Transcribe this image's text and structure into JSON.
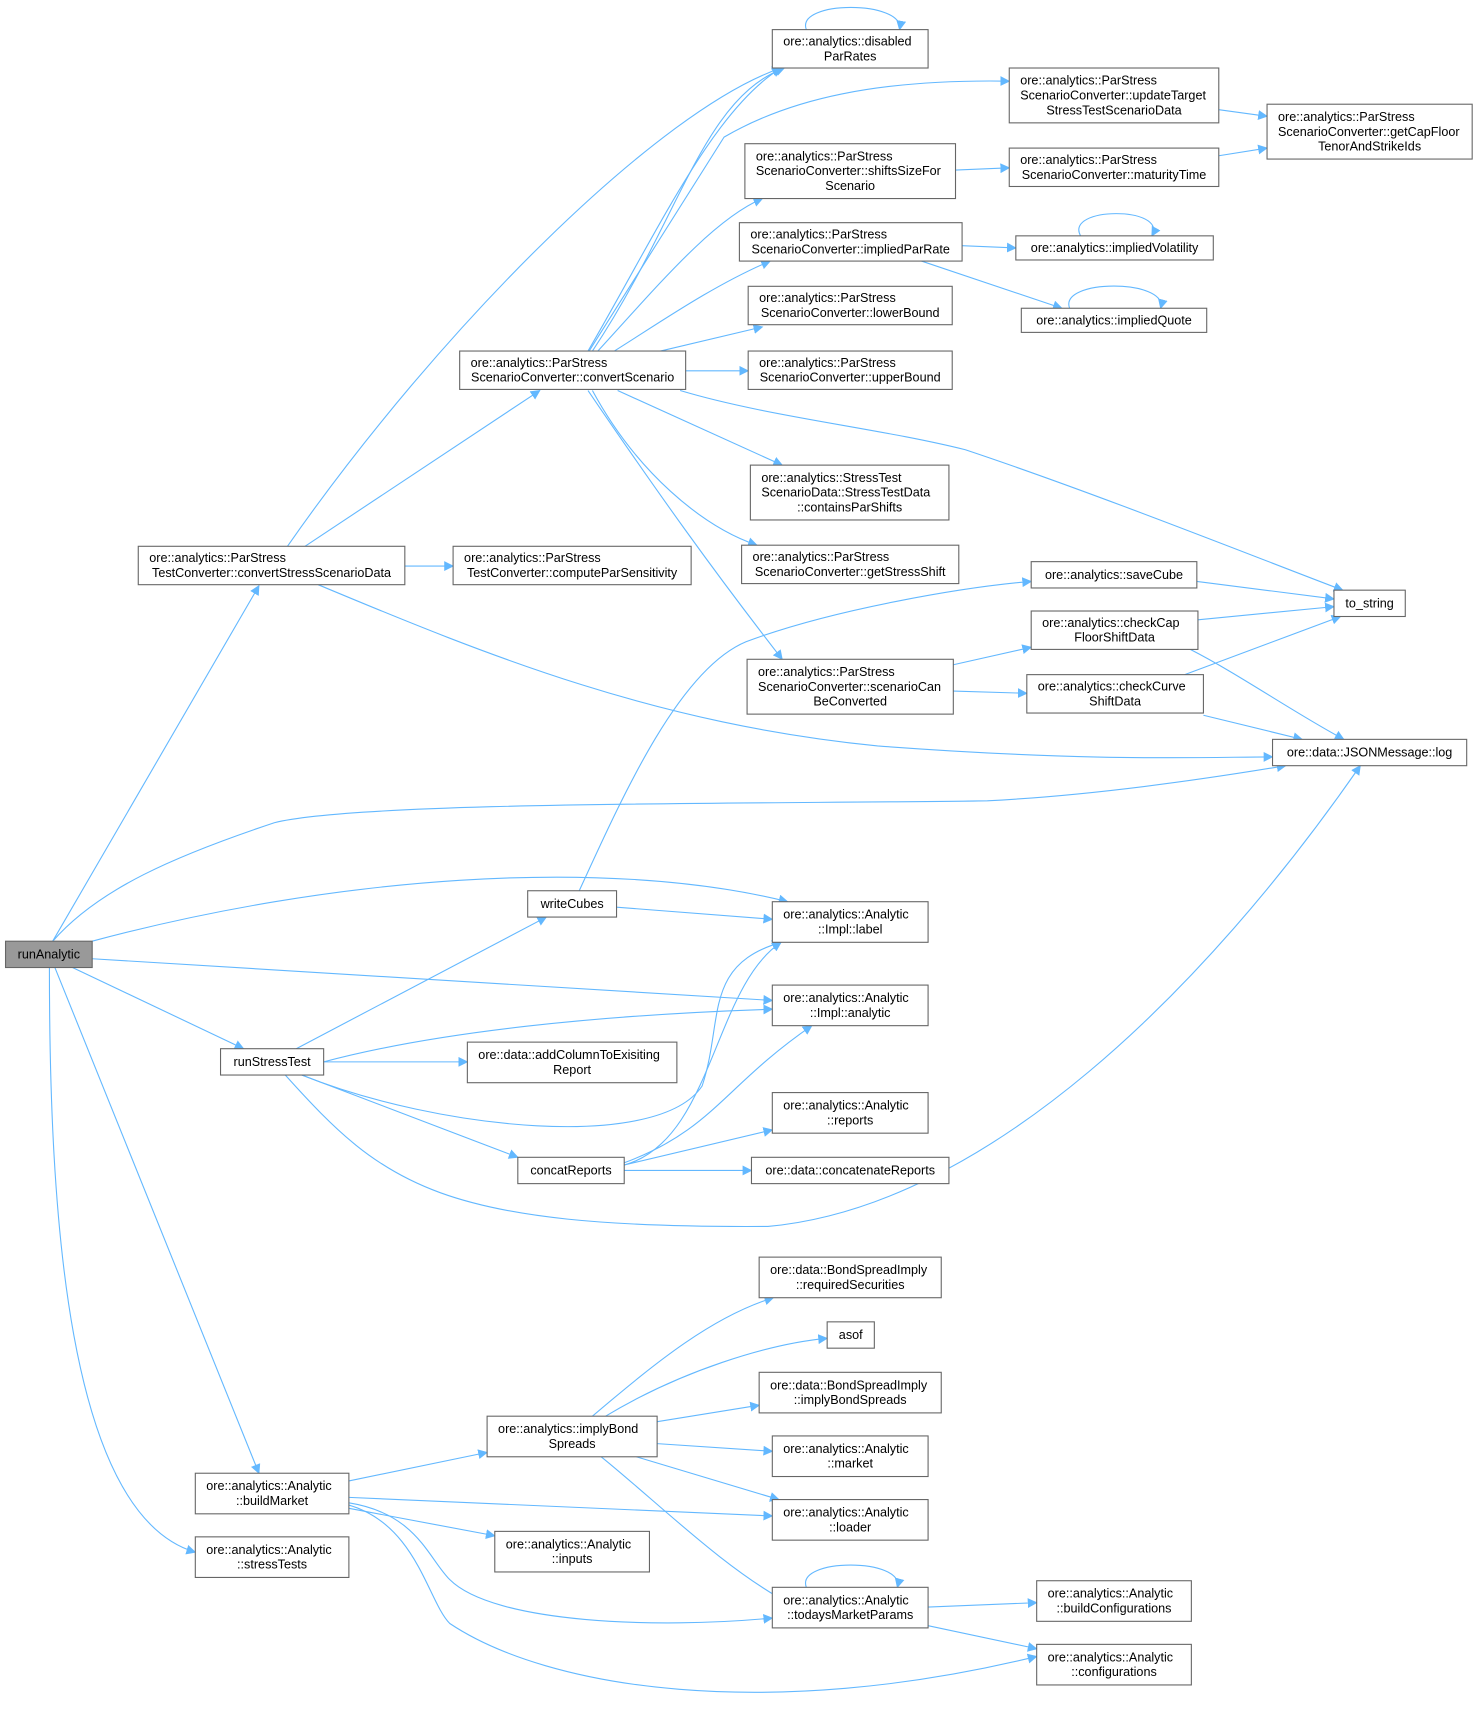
{
  "colors": {
    "edge": "#63b8ff",
    "node_border": "#666666",
    "root_fill": "#999999"
  },
  "nodes": [
    {
      "id": "runAnalytic",
      "lines": [
        "runAnalytic"
      ],
      "root": true
    },
    {
      "id": "convertStressScenarioData",
      "lines": [
        "ore::analytics::ParStress",
        "TestConverter::convertStressScenarioData"
      ]
    },
    {
      "id": "computeParSensitivity",
      "lines": [
        "ore::analytics::ParStress",
        "TestConverter::computeParSensitivity"
      ]
    },
    {
      "id": "convertScenario",
      "lines": [
        "ore::analytics::ParStress",
        "ScenarioConverter::convertScenario"
      ]
    },
    {
      "id": "disabledParRates",
      "lines": [
        "ore::analytics::disabled",
        "ParRates"
      ]
    },
    {
      "id": "updateTarget",
      "lines": [
        "ore::analytics::ParStress",
        "ScenarioConverter::updateTarget",
        "StressTestScenarioData"
      ]
    },
    {
      "id": "getCapFloor",
      "lines": [
        "ore::analytics::ParStress",
        "ScenarioConverter::getCapFloor",
        "TenorAndStrikeIds"
      ]
    },
    {
      "id": "shiftsSizeFor",
      "lines": [
        "ore::analytics::ParStress",
        "ScenarioConverter::shiftsSizeFor",
        "Scenario"
      ]
    },
    {
      "id": "maturityTime",
      "lines": [
        "ore::analytics::ParStress",
        "ScenarioConverter::maturityTime"
      ]
    },
    {
      "id": "impliedParRate",
      "lines": [
        "ore::analytics::ParStress",
        "ScenarioConverter::impliedParRate"
      ]
    },
    {
      "id": "impliedVolatility",
      "lines": [
        "ore::analytics::impliedVolatility"
      ]
    },
    {
      "id": "impliedQuote",
      "lines": [
        "ore::analytics::impliedQuote"
      ]
    },
    {
      "id": "lowerBound",
      "lines": [
        "ore::analytics::ParStress",
        "ScenarioConverter::lowerBound"
      ]
    },
    {
      "id": "upperBound",
      "lines": [
        "ore::analytics::ParStress",
        "ScenarioConverter::upperBound"
      ]
    },
    {
      "id": "containsParShifts",
      "lines": [
        "ore::analytics::StressTest",
        "ScenarioData::StressTestData",
        "::containsParShifts"
      ]
    },
    {
      "id": "getStressShift",
      "lines": [
        "ore::analytics::ParStress",
        "ScenarioConverter::getStressShift"
      ]
    },
    {
      "id": "to_string",
      "lines": [
        "to_string"
      ]
    },
    {
      "id": "saveCube",
      "lines": [
        "ore::analytics::saveCube"
      ]
    },
    {
      "id": "checkCapFloor",
      "lines": [
        "ore::analytics::checkCap",
        "FloorShiftData"
      ]
    },
    {
      "id": "scenarioCan",
      "lines": [
        "ore::analytics::ParStress",
        "ScenarioConverter::scenarioCan",
        "BeConverted"
      ]
    },
    {
      "id": "checkCurve",
      "lines": [
        "ore::analytics::checkCurve",
        "ShiftData"
      ]
    },
    {
      "id": "log",
      "lines": [
        "ore::data::JSONMessage::log"
      ]
    },
    {
      "id": "writeCubes",
      "lines": [
        "writeCubes"
      ]
    },
    {
      "id": "label",
      "lines": [
        "ore::analytics::Analytic",
        "::Impl::label"
      ]
    },
    {
      "id": "analytic",
      "lines": [
        "ore::analytics::Analytic",
        "::Impl::analytic"
      ]
    },
    {
      "id": "runStressTest",
      "lines": [
        "runStressTest"
      ]
    },
    {
      "id": "addColumn",
      "lines": [
        "ore::data::addColumnToExisiting",
        "Report"
      ]
    },
    {
      "id": "reports",
      "lines": [
        "ore::analytics::Analytic",
        "::reports"
      ]
    },
    {
      "id": "concatReports",
      "lines": [
        "concatReports"
      ]
    },
    {
      "id": "concatenateReports",
      "lines": [
        "ore::data::concatenateReports"
      ]
    },
    {
      "id": "requiredSecurities",
      "lines": [
        "ore::data::BondSpreadImply",
        "::requiredSecurities"
      ]
    },
    {
      "id": "asof",
      "lines": [
        "asof"
      ]
    },
    {
      "id": "implyBondSpreadsData",
      "lines": [
        "ore::data::BondSpreadImply",
        "::implyBondSpreads"
      ]
    },
    {
      "id": "implyBondSpreads",
      "lines": [
        "ore::analytics::implyBond",
        "Spreads"
      ]
    },
    {
      "id": "market",
      "lines": [
        "ore::analytics::Analytic",
        "::market"
      ]
    },
    {
      "id": "loader",
      "lines": [
        "ore::analytics::Analytic",
        "::loader"
      ]
    },
    {
      "id": "buildMarket",
      "lines": [
        "ore::analytics::Analytic",
        "::buildMarket"
      ]
    },
    {
      "id": "inputs",
      "lines": [
        "ore::analytics::Analytic",
        "::inputs"
      ]
    },
    {
      "id": "stressTests",
      "lines": [
        "ore::analytics::Analytic",
        "::stressTests"
      ]
    },
    {
      "id": "todaysMarketParams",
      "lines": [
        "ore::analytics::Analytic",
        "::todaysMarketParams"
      ]
    },
    {
      "id": "buildConfigurations",
      "lines": [
        "ore::analytics::Analytic",
        "::buildConfigurations"
      ]
    },
    {
      "id": "configurations",
      "lines": [
        "ore::analytics::Analytic",
        "::configurations"
      ]
    }
  ],
  "edges": [
    [
      "runAnalytic",
      "convertStressScenarioData"
    ],
    [
      "runAnalytic",
      "log"
    ],
    [
      "runAnalytic",
      "label"
    ],
    [
      "runAnalytic",
      "analytic"
    ],
    [
      "runAnalytic",
      "runStressTest"
    ],
    [
      "runAnalytic",
      "buildMarket"
    ],
    [
      "runAnalytic",
      "stressTests"
    ],
    [
      "convertStressScenarioData",
      "disabledParRates"
    ],
    [
      "convertStressScenarioData",
      "convertScenario"
    ],
    [
      "convertStressScenarioData",
      "computeParSensitivity"
    ],
    [
      "convertStressScenarioData",
      "log"
    ],
    [
      "convertScenario",
      "disabledParRates"
    ],
    [
      "convertScenario",
      "updateTarget"
    ],
    [
      "convertScenario",
      "shiftsSizeFor"
    ],
    [
      "convertScenario",
      "impliedParRate"
    ],
    [
      "convertScenario",
      "lowerBound"
    ],
    [
      "convertScenario",
      "upperBound"
    ],
    [
      "convertScenario",
      "containsParShifts"
    ],
    [
      "convertScenario",
      "getStressShift"
    ],
    [
      "convertScenario",
      "to_string"
    ],
    [
      "convertScenario",
      "scenarioCan"
    ],
    [
      "disabledParRates",
      "disabledParRates"
    ],
    [
      "updateTarget",
      "getCapFloor"
    ],
    [
      "shiftsSizeFor",
      "maturityTime"
    ],
    [
      "maturityTime",
      "getCapFloor"
    ],
    [
      "impliedParRate",
      "impliedVolatility"
    ],
    [
      "impliedParRate",
      "impliedQuote"
    ],
    [
      "impliedVolatility",
      "impliedVolatility"
    ],
    [
      "impliedQuote",
      "impliedQuote"
    ],
    [
      "saveCube",
      "to_string"
    ],
    [
      "checkCapFloor",
      "to_string"
    ],
    [
      "checkCurve",
      "to_string"
    ],
    [
      "checkCapFloor",
      "log"
    ],
    [
      "checkCurve",
      "log"
    ],
    [
      "scenarioCan",
      "checkCapFloor"
    ],
    [
      "scenarioCan",
      "checkCurve"
    ],
    [
      "writeCubes",
      "saveCube"
    ],
    [
      "writeCubes",
      "label"
    ],
    [
      "runStressTest",
      "writeCubes"
    ],
    [
      "runStressTest",
      "analytic"
    ],
    [
      "runStressTest",
      "addColumn"
    ],
    [
      "runStressTest",
      "label"
    ],
    [
      "runStressTest",
      "concatReports"
    ],
    [
      "runStressTest",
      "log"
    ],
    [
      "concatReports",
      "reports"
    ],
    [
      "concatReports",
      "concatenateReports"
    ],
    [
      "concatReports",
      "label"
    ],
    [
      "concatReports",
      "analytic"
    ],
    [
      "implyBondSpreads",
      "requiredSecurities"
    ],
    [
      "implyBondSpreads",
      "asof"
    ],
    [
      "implyBondSpreads",
      "implyBondSpreadsData"
    ],
    [
      "implyBondSpreads",
      "market"
    ],
    [
      "implyBondSpreads",
      "loader"
    ],
    [
      "implyBondSpreads",
      "todaysMarketParams"
    ],
    [
      "buildMarket",
      "implyBondSpreads"
    ],
    [
      "buildMarket",
      "loader"
    ],
    [
      "buildMarket",
      "inputs"
    ],
    [
      "buildMarket",
      "todaysMarketParams"
    ],
    [
      "buildMarket",
      "configurations"
    ],
    [
      "todaysMarketParams",
      "todaysMarketParams"
    ],
    [
      "todaysMarketParams",
      "buildConfigurations"
    ],
    [
      "todaysMarketParams",
      "configurations"
    ]
  ]
}
